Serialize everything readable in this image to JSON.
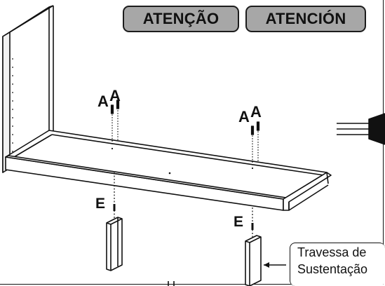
{
  "badges": {
    "pt": "ATENÇÃO",
    "es": "ATENCIÓN"
  },
  "labels": {
    "left_screw_a1": "A",
    "left_screw_a2": "A",
    "right_screw_a1": "A",
    "right_screw_a2": "A",
    "left_leg_e": "E",
    "right_leg_e": "E"
  },
  "callout": {
    "line1": "Travessa de",
    "line2": "Sustentação"
  },
  "colors": {
    "badge_fill": "#a7a7a7",
    "line": "#111111",
    "panel_fill": "#ffffff"
  }
}
